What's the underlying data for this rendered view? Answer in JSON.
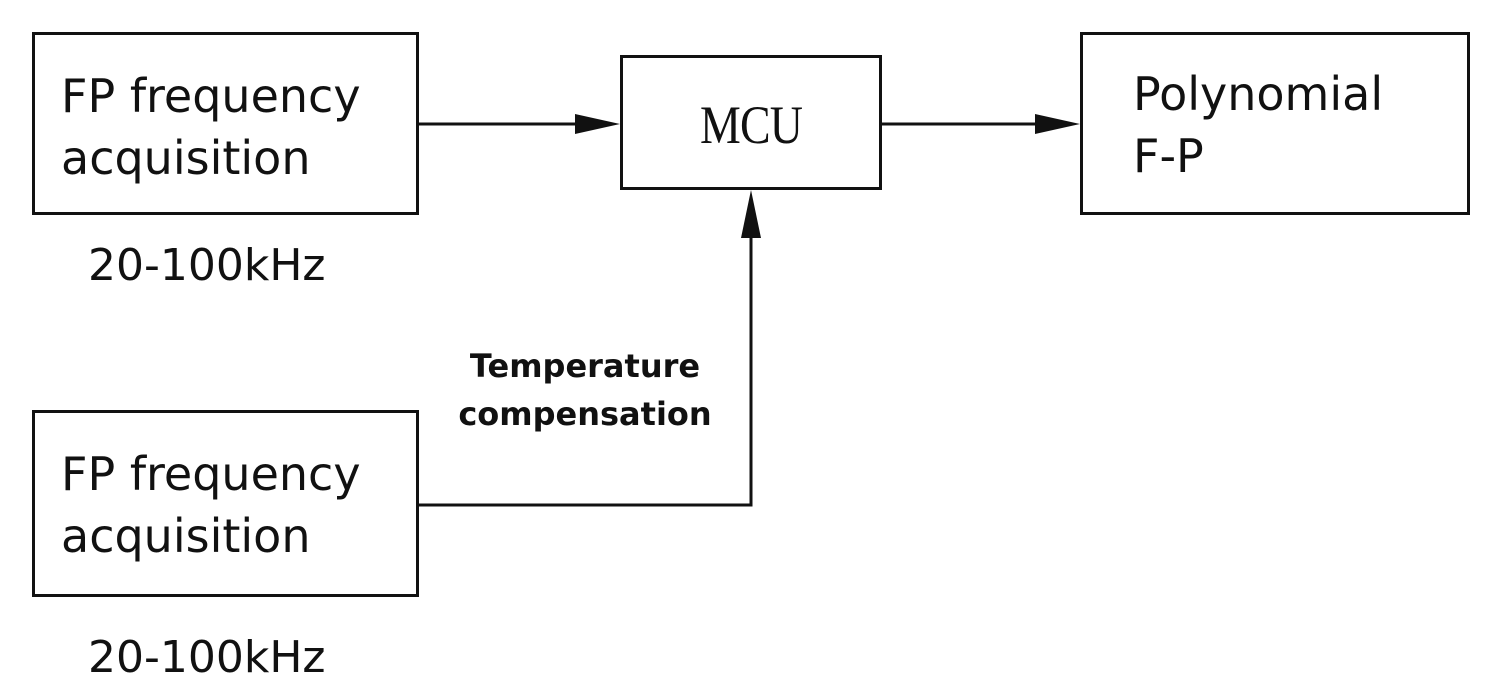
{
  "blocks": {
    "fp_top": {
      "label": "FP frequency\nacquisition",
      "range": "20-100kHz"
    },
    "fp_bottom": {
      "label": "FP frequency\nacquisition",
      "range": "20-100kHz"
    },
    "mcu": {
      "label": "MCU"
    },
    "polynomial": {
      "label": "Polynomial\nF-P"
    }
  },
  "edges": {
    "temperature": {
      "label": "Temperature\ncompensation"
    }
  },
  "colors": {
    "stroke": "#111111",
    "background": "#ffffff"
  }
}
